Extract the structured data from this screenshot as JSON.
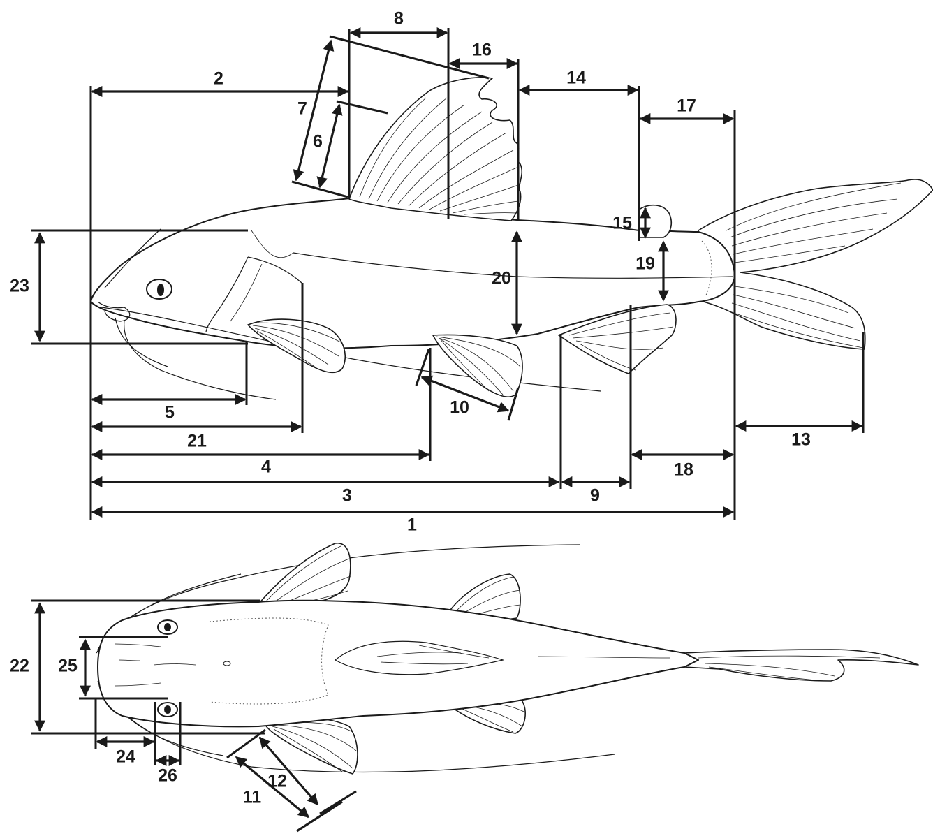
{
  "labels": {
    "m1": "1",
    "m2": "2",
    "m3": "3",
    "m4": "4",
    "m5": "5",
    "m6": "6",
    "m7": "7",
    "m8": "8",
    "m9": "9",
    "m10": "10",
    "m11": "11",
    "m12": "12",
    "m13": "13",
    "m14": "14",
    "m15": "15",
    "m16": "16",
    "m17": "17",
    "m18": "18",
    "m19": "19",
    "m20": "20",
    "m21": "21",
    "m22": "22",
    "m23": "23",
    "m24": "24",
    "m25": "25",
    "m26": "26"
  }
}
